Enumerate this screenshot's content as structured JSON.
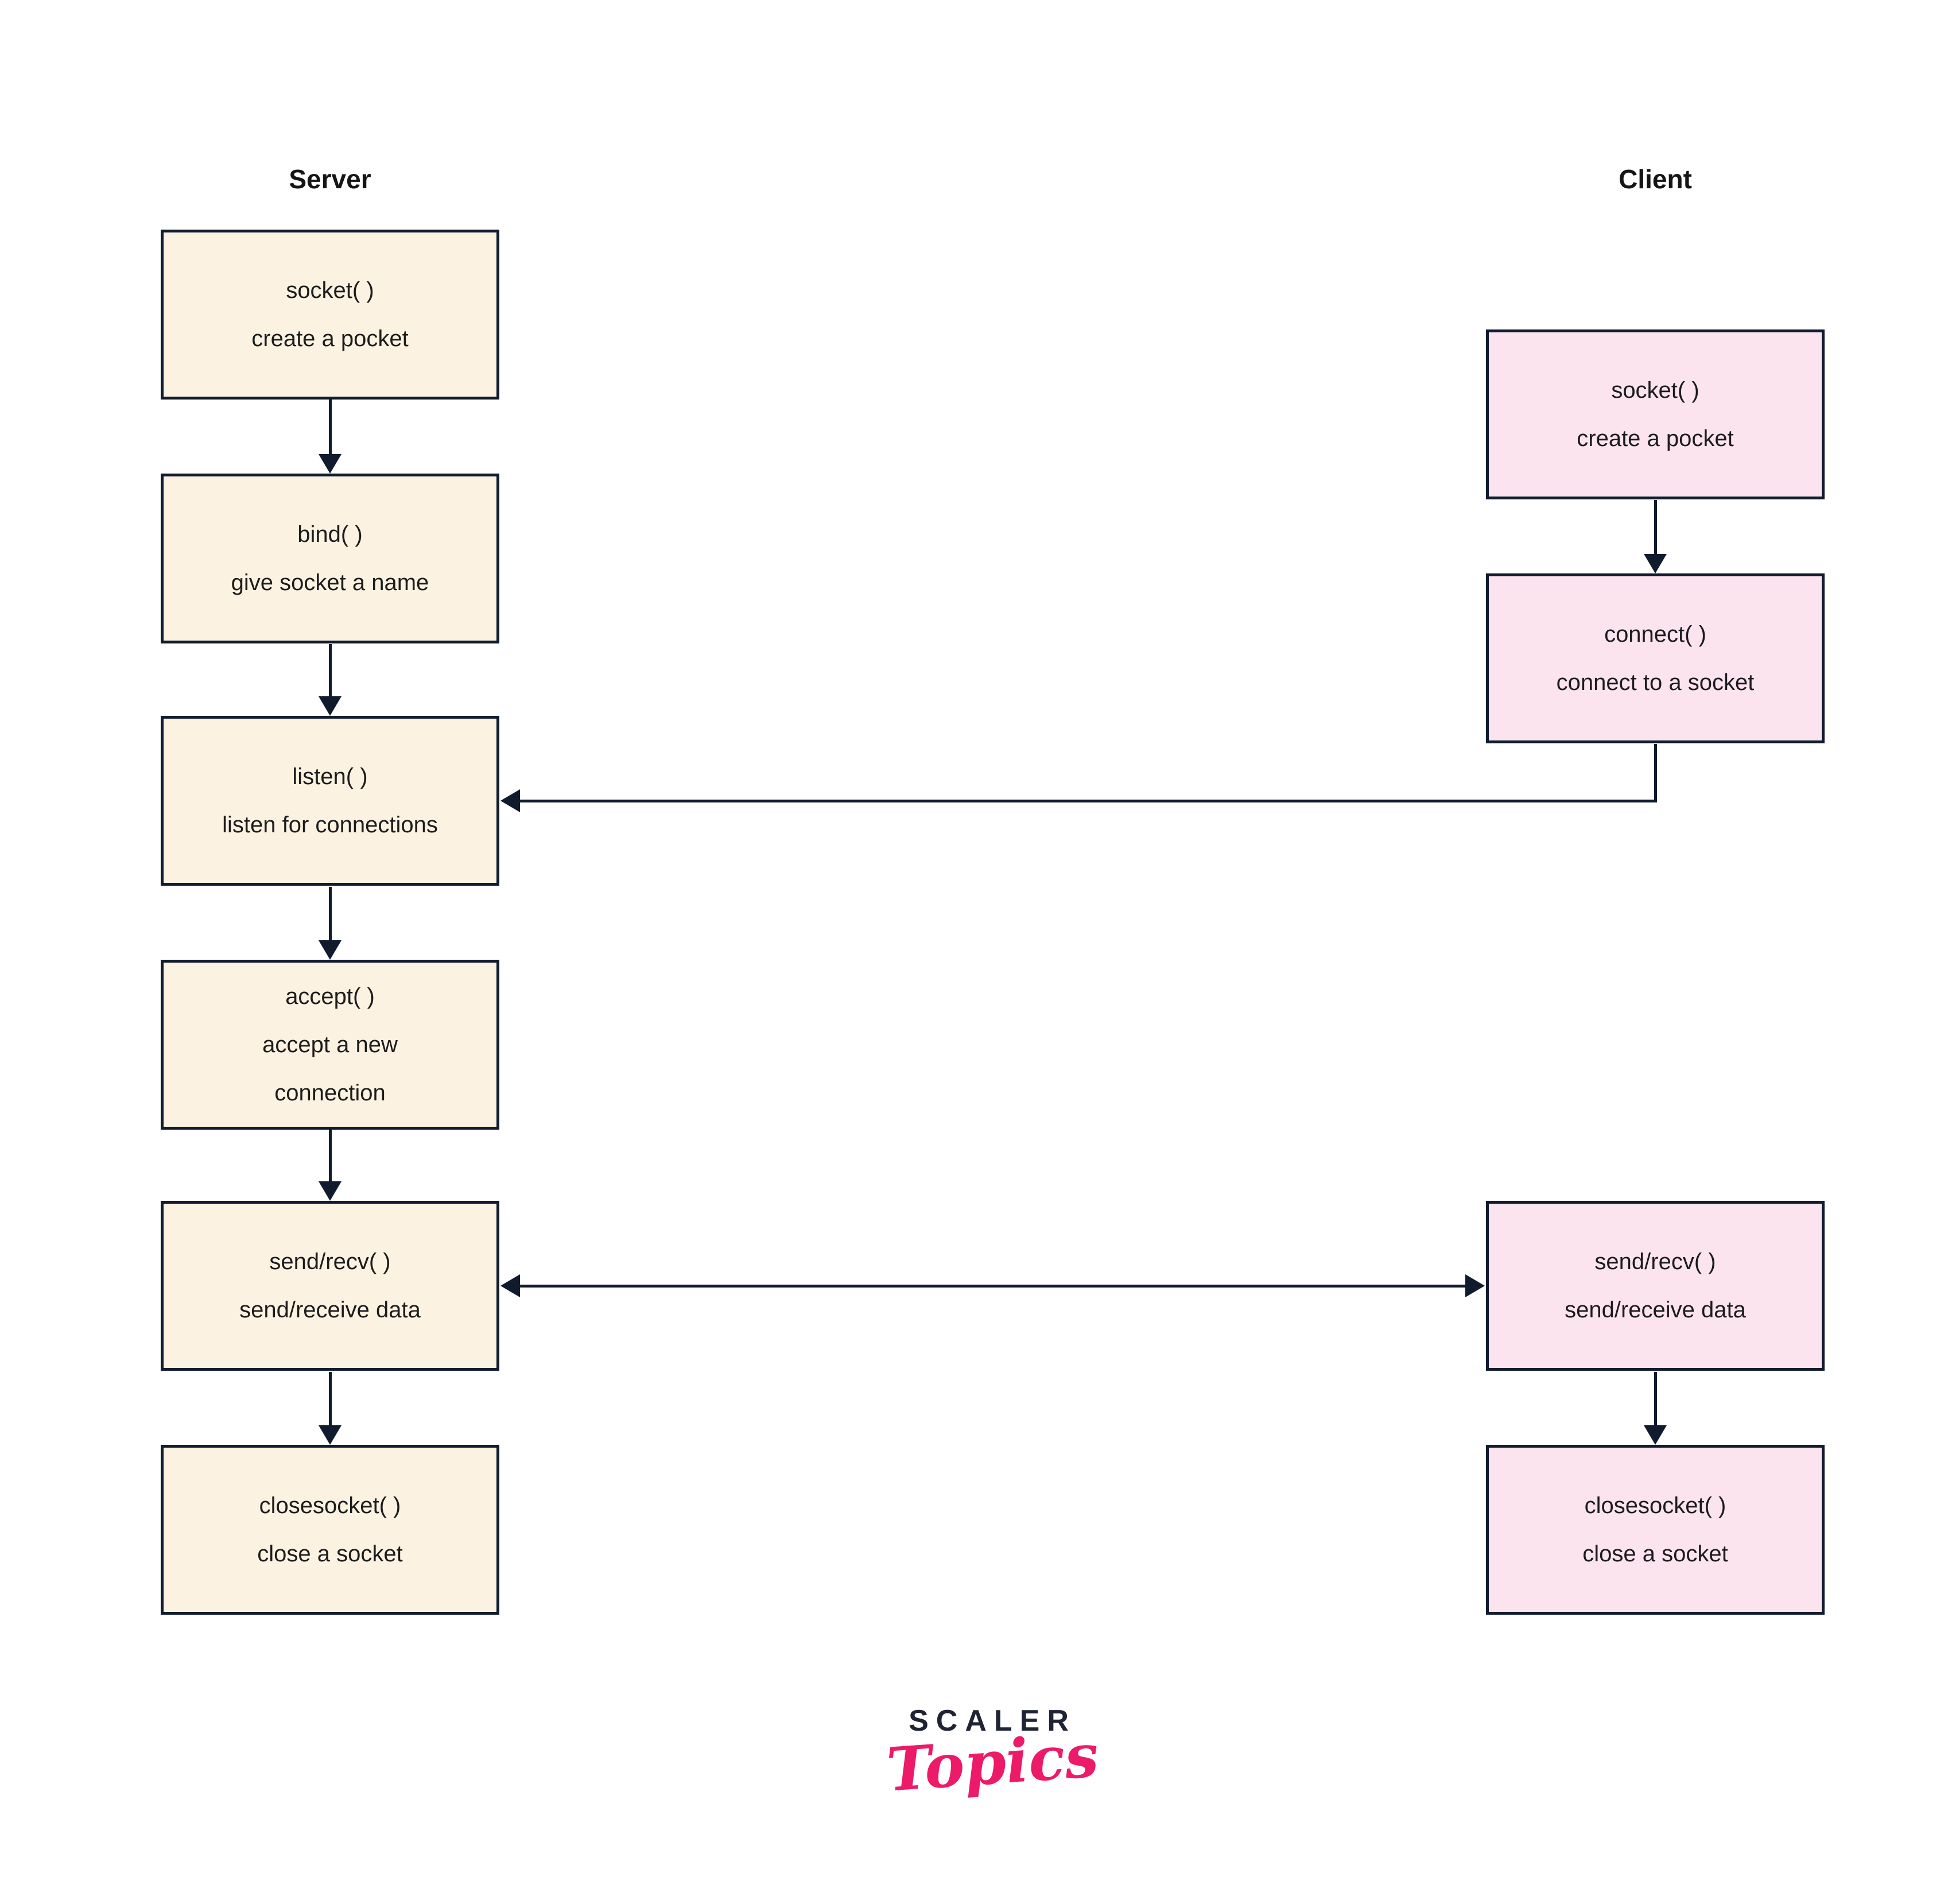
{
  "headings": {
    "server": "Server",
    "client": "Client"
  },
  "server_boxes": [
    {
      "title": "socket( )",
      "desc": "create a pocket"
    },
    {
      "title": "bind( )",
      "desc": "give socket a name"
    },
    {
      "title": "listen( )",
      "desc": "listen for connections"
    },
    {
      "title": "accept( )",
      "desc": "accept a new\nconnection"
    },
    {
      "title": "send/recv( )",
      "desc": "send/receive data"
    },
    {
      "title": "closesocket( )",
      "desc": "close a socket"
    }
  ],
  "client_boxes": [
    {
      "title": "socket( )",
      "desc": "create a pocket"
    },
    {
      "title": "connect( )",
      "desc": "connect to a socket"
    },
    {
      "title": "send/recv( )",
      "desc": "send/receive data"
    },
    {
      "title": "closesocket( )",
      "desc": "close a socket"
    }
  ],
  "logo": {
    "line1": "SCALER",
    "line2": "Topics"
  },
  "colors": {
    "server_box_fill": "#fcf2e2",
    "client_box_fill": "#fce4ef",
    "line": "#101b2e",
    "logo_navy": "#1f2333",
    "logo_pink": "#ec1a68"
  }
}
